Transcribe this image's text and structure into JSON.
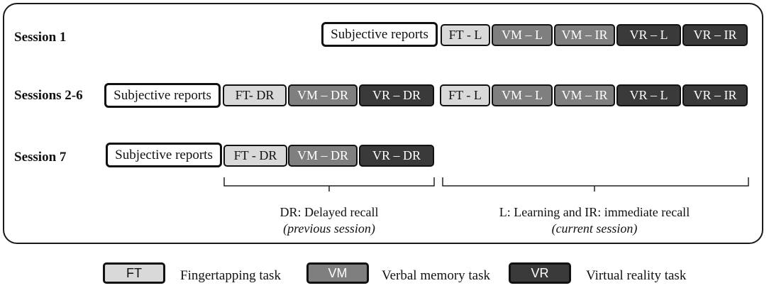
{
  "sessions": [
    {
      "label": "Session 1"
    },
    {
      "label": "Sessions 2-6"
    },
    {
      "label": "Session 7"
    }
  ],
  "boxes": {
    "subjective": "Subjective reports",
    "s1": [
      "FT - L",
      "VM – L",
      "VM – IR",
      "VR – L",
      "VR – IR"
    ],
    "s26_dr": [
      "FT- DR",
      "VM – DR",
      "VR – DR"
    ],
    "s26_l": [
      "FT - L",
      "VM – L",
      "VM – IR",
      "VR – L",
      "VR – IR"
    ],
    "s7_dr": [
      "FT - DR",
      "VM – DR",
      "VR – DR"
    ]
  },
  "annotations": {
    "dr": {
      "title": "DR: Delayed recall",
      "sub": "(previous session)"
    },
    "l": {
      "title": "L: Learning and IR: immediate recall",
      "sub": "(current session)"
    }
  },
  "legend": [
    {
      "abbr": "FT",
      "text": "Fingertapping task"
    },
    {
      "abbr": "VM",
      "text": "Verbal memory task"
    },
    {
      "abbr": "VR",
      "text": "Virtual reality task"
    }
  ],
  "colors": {
    "ft": "#d9d9d9",
    "vm": "#7f7f7f",
    "vr": "#3a3a3a",
    "border": "#111111"
  }
}
